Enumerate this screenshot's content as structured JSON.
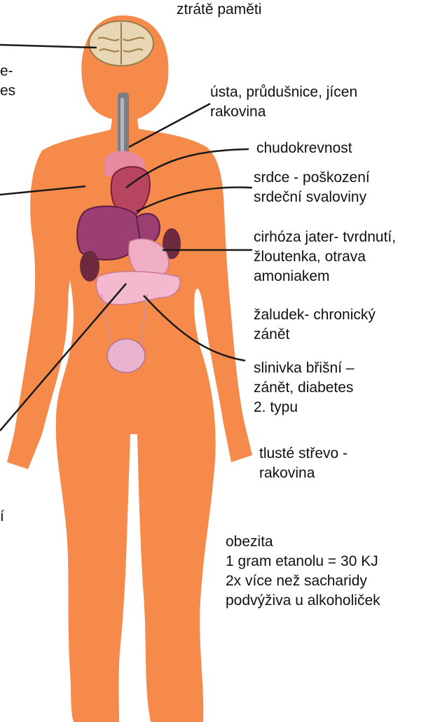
{
  "colors": {
    "body_fill": "#f58a4a",
    "leader_line": "#1a1a1a",
    "brain": "#e8d6b4",
    "heart": "#b8455f",
    "liver": "#9b3f73",
    "kidney": "#6d2a3e",
    "stomach": "#f0aec4",
    "bladder": "#e7b3cd"
  },
  "labels": {
    "brain": "ztrátě paměti",
    "left_cut_1": "e-",
    "left_cut_2": "es",
    "left_cut_3": "í",
    "mouth": [
      "ústa, průdušnice, jícen",
      "rakovina"
    ],
    "anemia": "chudokrevnost",
    "heart": [
      "srdce - poškození",
      "srdeční svaloviny"
    ],
    "liver": [
      "cirhóza jater- tvrdnutí,",
      "žloutenka, otrava",
      "amoniakem"
    ],
    "stomach": [
      "žaludek- chronický",
      "zánět"
    ],
    "pancreas": [
      "slinivka břišní –",
      "zánět, diabetes",
      "2. typu"
    ],
    "colon": [
      "tlusté střevo -",
      "rakovina"
    ],
    "obesity": [
      "obezita",
      "1 gram etanolu = 30 KJ",
      "2x více než sacharidy",
      "podvýživa u alkoholiček"
    ]
  }
}
